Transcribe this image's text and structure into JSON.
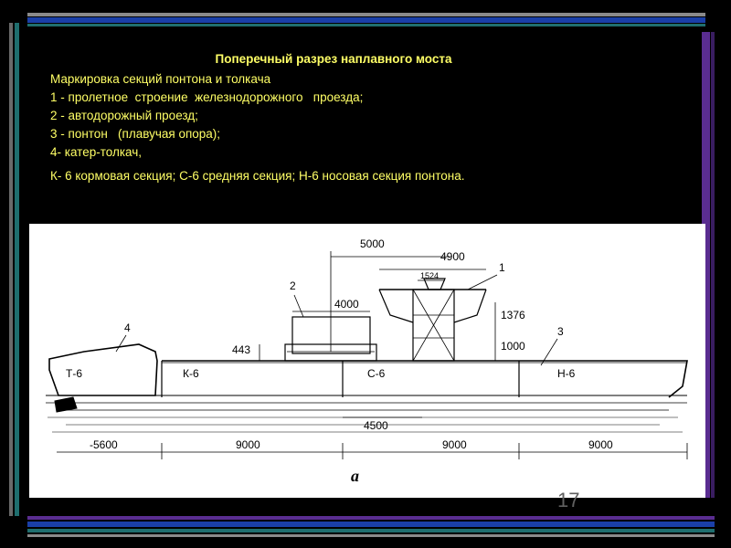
{
  "slide": {
    "title": "Поперечный разрез наплавного моста",
    "lines": [
      "Маркировка секций понтона и толкача",
      "1 - пролетное  строение  железнодорожного   проезда;",
      "2 - автодорожный проезд;",
      "3 - понтон   (плавучая опора);",
      "4- катер-толкач,",
      "К- 6 кормовая секция; С-6 средняя секция; Н-6 носовая секция понтона."
    ],
    "slide_number": "17"
  },
  "figure": {
    "callouts": [
      "1",
      "2",
      "3",
      "4"
    ],
    "sections": [
      "Т-6",
      "К-6",
      "С-6",
      "Н-6"
    ],
    "dims": {
      "d5000": "5000",
      "d4900": "4900",
      "d1524": "1524",
      "d4000": "4000",
      "d1376": "1376",
      "d1000": "1000",
      "d443": "443",
      "d4500": "4500",
      "dm5600": "-5600",
      "d9000a": "9000",
      "d9000b": "9000",
      "d9000c": "9000"
    },
    "caption": "а"
  },
  "colors": {
    "background": "#000000",
    "text": "#ffff66",
    "bar_blue": "#1a3fa8",
    "bar_gray": "#8a8a8a",
    "bar_teal": "#1f6e6e",
    "bar_purple": "#5a2d91"
  }
}
